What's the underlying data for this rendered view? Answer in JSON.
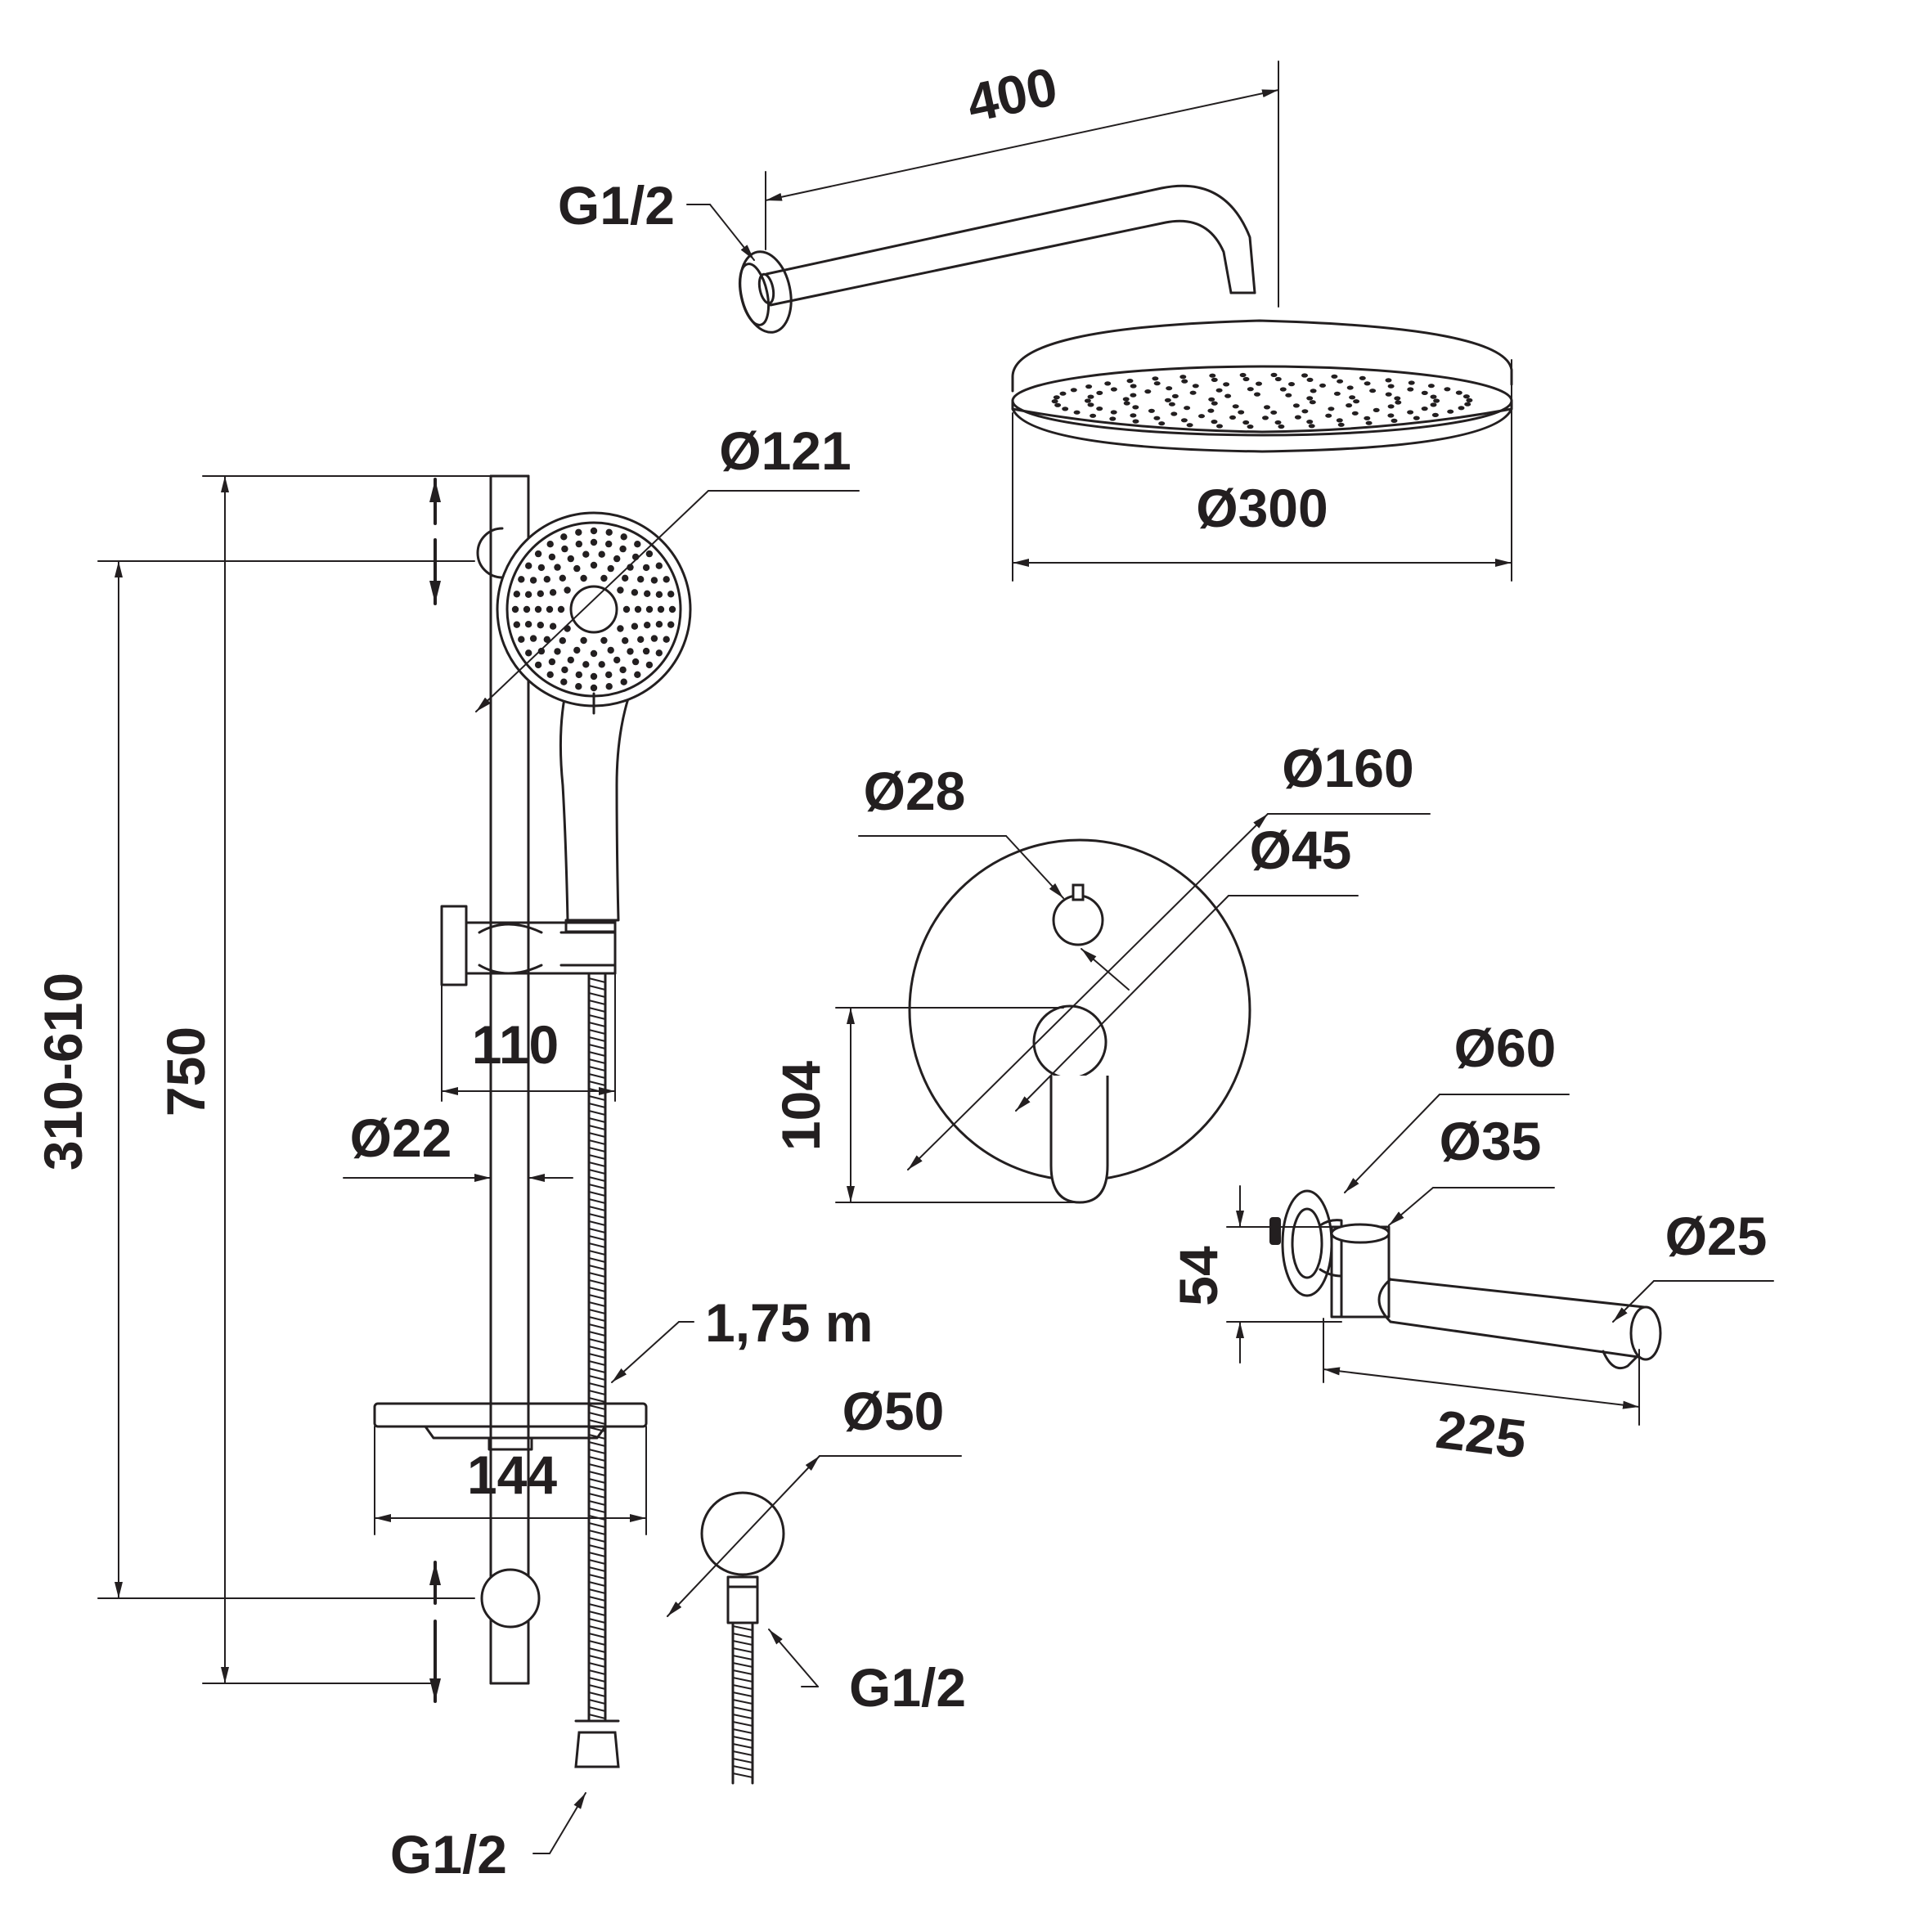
{
  "labels": {
    "arm_length": "400",
    "arm_thread": "G1/2",
    "rain_diameter": "Ø300",
    "hand_diameter": "Ø121",
    "holder_width": "110",
    "rail_diameter": "Ø22",
    "hose_length": "1,75 m",
    "shelf_width": "144",
    "hose_thread": "G1/2",
    "rail_length": "750",
    "adjust_range": "310-610",
    "outlet_diameter": "Ø50",
    "outlet_thread": "G1/2",
    "knob_diameter": "Ø28",
    "plate_diameter": "Ø160",
    "lever_diameter": "Ø45",
    "mixer_offset": "104",
    "spout_flange_diameter": "Ø60",
    "spout_body_diameter": "Ø35",
    "spout_pipe_diameter": "Ø25",
    "spout_height": "54",
    "spout_length": "225"
  }
}
